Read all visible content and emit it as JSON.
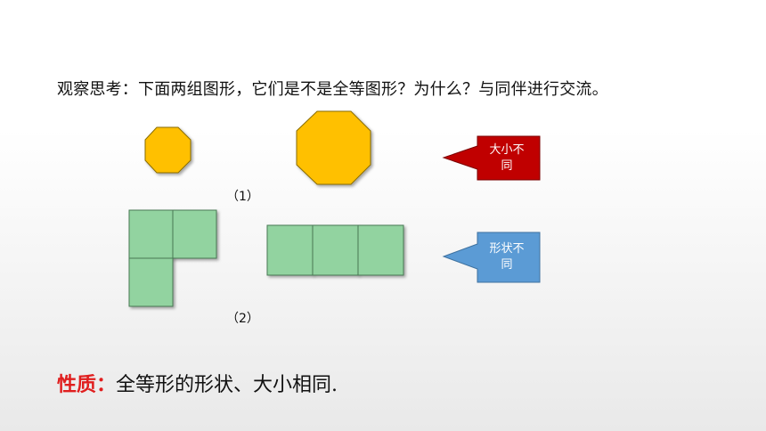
{
  "question": "观察思考：下面两组图形，它们是不是全等图形？为什么？与同伴进行交流。",
  "group1": {
    "label": "（1）"
  },
  "group2": {
    "label": "（2）"
  },
  "callout1": {
    "line1": "大小不",
    "line2": "同"
  },
  "callout2": {
    "line1": "形状不",
    "line2": "同"
  },
  "property": {
    "label": "性质：",
    "text": "全等形的形状、大小相同."
  },
  "colors": {
    "octagon_fill": "#ffc000",
    "octagon_stroke": "#8a6d00",
    "square_fill": "#92d3a0",
    "square_stroke": "#4a7a55",
    "callout_red": "#c00000",
    "callout_blue": "#5b9bd5",
    "property_red": "#e01e1e"
  }
}
